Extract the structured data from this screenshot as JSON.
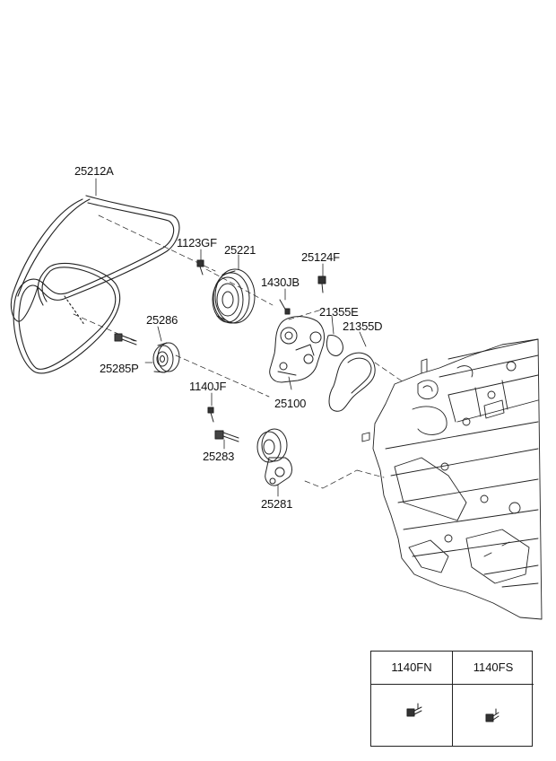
{
  "labels": {
    "belt": "25212A",
    "bolt_1123gf": "1123GF",
    "pulley": "25221",
    "bolt_25124f": "25124F",
    "stud_1430jb": "1430JB",
    "gasket_e": "21355E",
    "gasket_d": "21355D",
    "idler": "25286",
    "idler_bolt": "25285P",
    "water_pump": "25100",
    "bolt_1140jf": "1140JF",
    "tensioner_bolt": "25283",
    "tensioner": "25281"
  },
  "reference_table": {
    "col1": "1140FN",
    "col2": "1140FS"
  }
}
